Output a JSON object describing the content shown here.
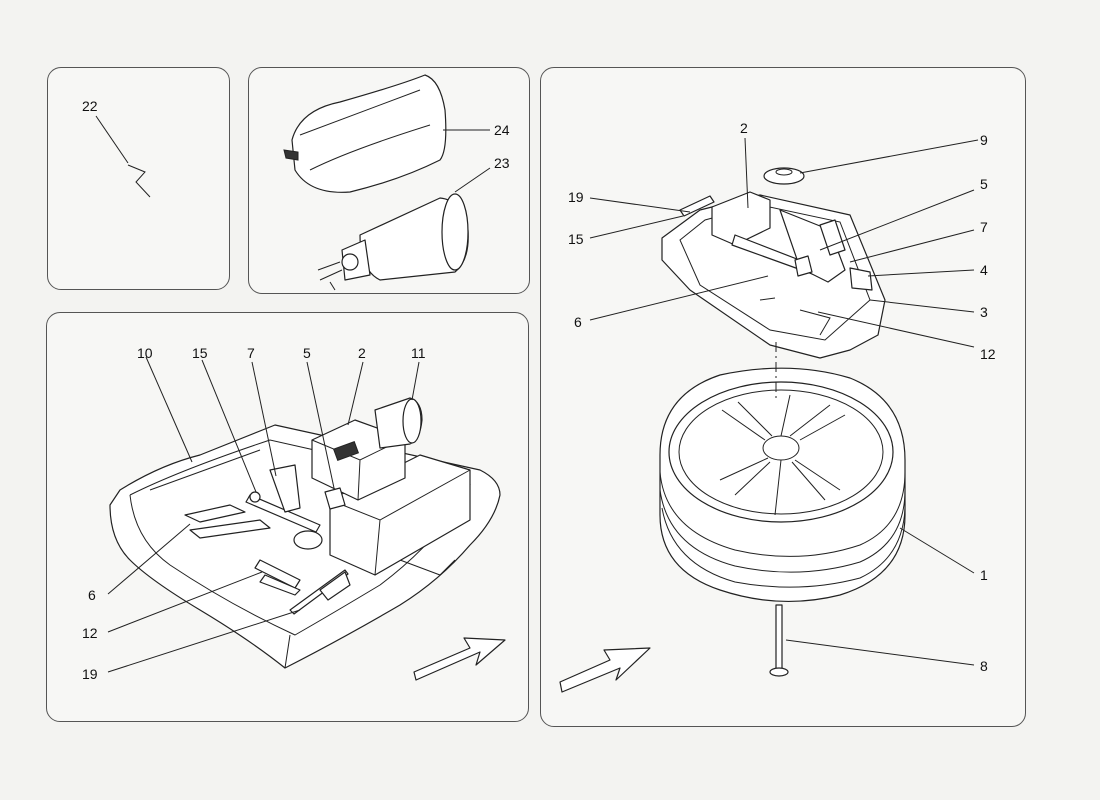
{
  "panels": {
    "a": {
      "callouts": [
        {
          "id": "22"
        }
      ]
    },
    "b": {
      "callouts": [
        {
          "id": "24"
        },
        {
          "id": "23"
        }
      ]
    },
    "c": {
      "callouts": [
        {
          "id": "10"
        },
        {
          "id": "15"
        },
        {
          "id": "7"
        },
        {
          "id": "5"
        },
        {
          "id": "2"
        },
        {
          "id": "11"
        },
        {
          "id": "6"
        },
        {
          "id": "12"
        },
        {
          "id": "19"
        }
      ]
    },
    "d": {
      "callouts": [
        {
          "id": "2"
        },
        {
          "id": "9"
        },
        {
          "id": "19"
        },
        {
          "id": "5"
        },
        {
          "id": "15"
        },
        {
          "id": "7"
        },
        {
          "id": "4"
        },
        {
          "id": "6"
        },
        {
          "id": "3"
        },
        {
          "id": "12"
        },
        {
          "id": "1"
        },
        {
          "id": "8"
        }
      ]
    }
  }
}
